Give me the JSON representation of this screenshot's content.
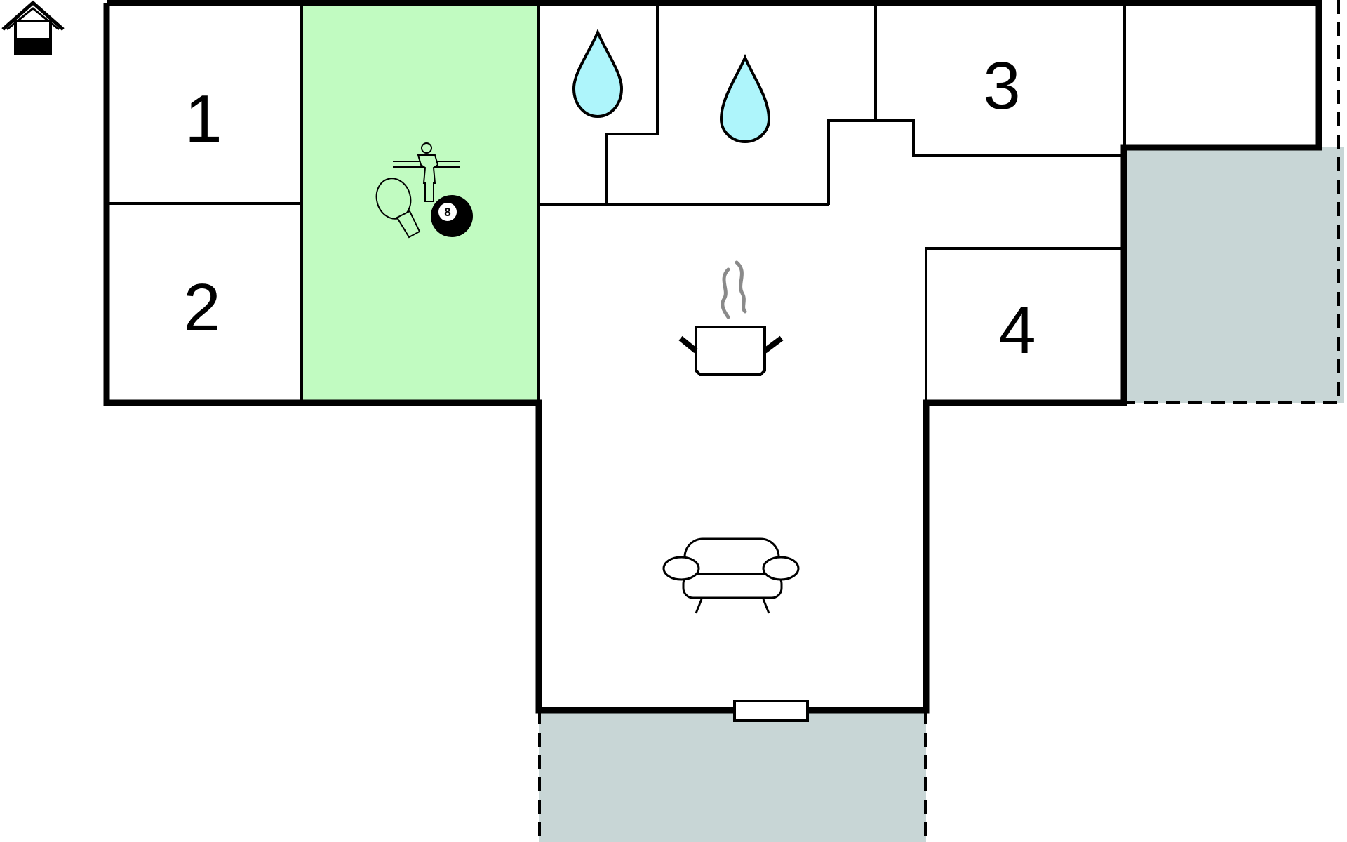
{
  "rooms": {
    "room_1": {
      "label": "1"
    },
    "room_2": {
      "label": "2"
    },
    "room_3": {
      "label": "3"
    },
    "room_4": {
      "label": "4"
    }
  },
  "icons": {
    "billiard_ball_number": "8",
    "house": "house-icon",
    "water": "water-drop-icon",
    "games": "game-room-icon",
    "kitchen": "cooking-pot-icon",
    "living": "sofa-icon"
  },
  "colors": {
    "wall": "#000000",
    "game_room": "#c1fbc1",
    "terrace": "#c8d6d6",
    "water": "#aef5fb",
    "steam": "#8a8a8a"
  }
}
